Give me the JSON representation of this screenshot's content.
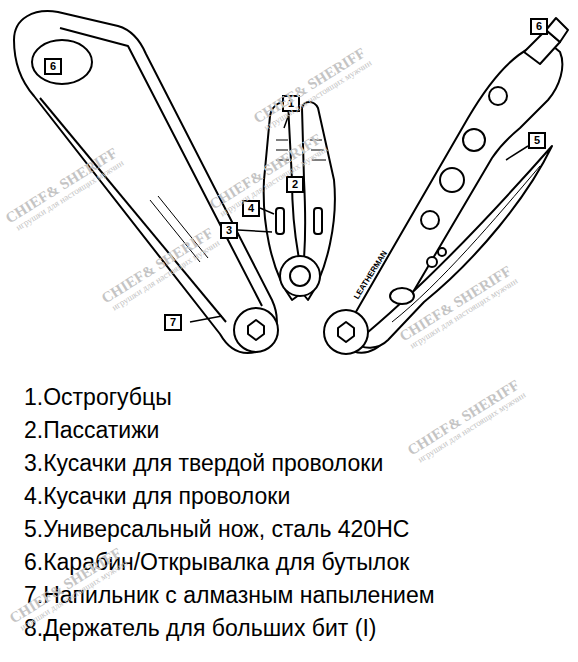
{
  "diagram": {
    "nodes": [
      {
        "text": [
          "6"
        ]
      },
      {
        "text": [
          "6"
        ]
      },
      {
        "text": [
          "1"
        ]
      },
      {
        "text": [
          "5"
        ]
      },
      {
        "text": [
          "2"
        ]
      },
      {
        "text": [
          "4"
        ]
      },
      {
        "text": [
          "3"
        ]
      },
      {
        "text": [
          "7"
        ]
      }
    ],
    "labels": [
      "1.Острогубцы",
      "2.Пассатижи",
      "3.Кусачки для твердой проволоки",
      "4.Кусачки для проволоки",
      "5.Универсальный нож, сталь 420НС",
      "6.Карабин/Открывалка для бутылок",
      "7.Напильник с алмазным напылением",
      "8.Держатель для больших бит (I)",
      "LEATHERMAN",
      "CHIEF& SHERIFF",
      "игрушки для настоящих мужчин",
      "CHIEF& SHERIFF",
      "игрушки для настоящих мужчин",
      "CHIEF& SHERIFF",
      "игрушки для настоящих мужчин",
      "CHIEF& SHERIFF",
      "игрушки для настоящих мужчин",
      "CHIEF& SHERIFF",
      "игрушки для настоящих мужчин",
      "CHIEF& SHERIFF",
      "игрушки для настоящих мужчин",
      "CHIEF& SHERIFF",
      "игрушки для настоящих мужчин"
    ]
  }
}
